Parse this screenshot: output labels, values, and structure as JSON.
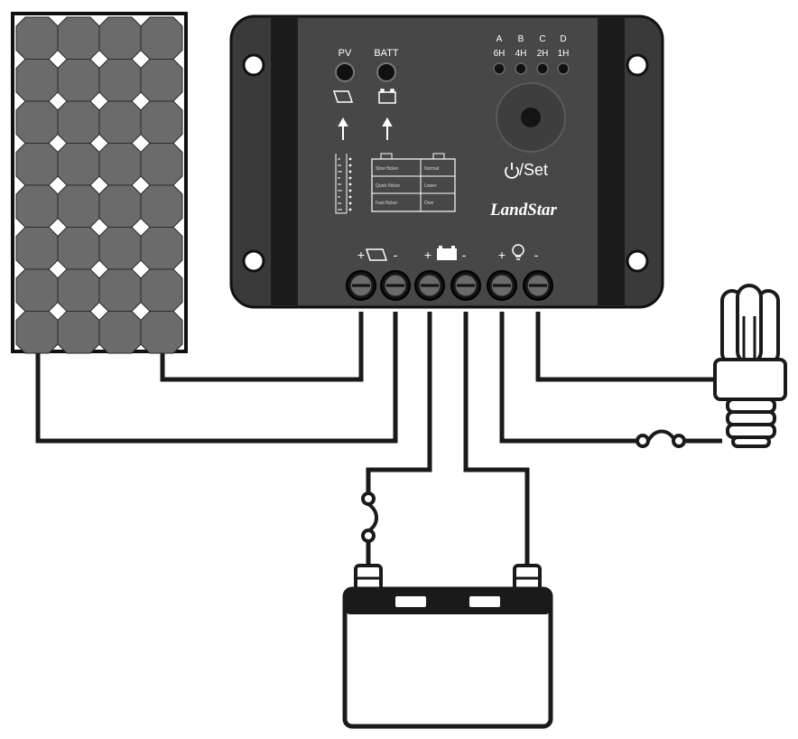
{
  "controller": {
    "indicators": {
      "pv": "PV",
      "batt": "BATT"
    },
    "timer_modes": [
      {
        "letter": "A",
        "hours": "6H"
      },
      {
        "letter": "B",
        "hours": "4H"
      },
      {
        "letter": "C",
        "hours": "2H"
      },
      {
        "letter": "D",
        "hours": "1H"
      }
    ],
    "set_label": "/Set",
    "brand": "LandStar",
    "status_table": [
      [
        "Slow flicker",
        "Normal"
      ],
      [
        "Quick flicker",
        "Lower"
      ],
      [
        "Fast flicker",
        "Over"
      ]
    ],
    "terminal_signs": {
      "pv_plus": "+",
      "pv_minus": "-",
      "batt_plus": "+",
      "batt_minus": "-",
      "load_plus": "+",
      "load_minus": "-"
    }
  },
  "colors": {
    "outline": "#1a1a1a",
    "panel_cell": "#6b6b6b",
    "controller_face": "#4a4a4a",
    "controller_dark": "#1e1e1e",
    "wire": "#1a1a1a"
  }
}
